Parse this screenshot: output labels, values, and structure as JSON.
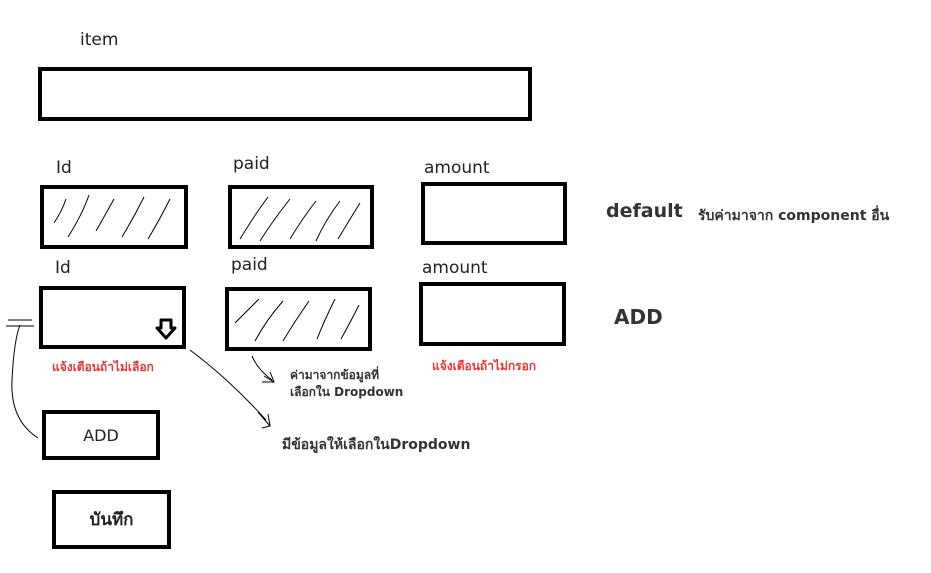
{
  "item": {
    "label": "item"
  },
  "row_default": {
    "id_label": "Id",
    "paid_label": "paid",
    "amount_label": "amount",
    "mode_title": "default",
    "mode_desc": "รับค่ามาจาก component อื่น"
  },
  "row_add": {
    "id_label": "Id",
    "paid_label": "paid",
    "amount_label": "amount",
    "mode_title": "ADD",
    "id_warning": "แจ้งเตือนถ้าไม่เลือก",
    "amount_warning": "แจ้งเตือนถ้าไม่กรอก",
    "paid_note_line1": "ค่ามาจากข้อมูลที่",
    "paid_note_line2": "เลือกใน Dropdown",
    "dropdown_note": "มีข้อมูลให้เลือกในDropdown"
  },
  "buttons": {
    "add_label": "ADD",
    "save_label": "บันทึก"
  },
  "colors": {
    "warning": "#e53935",
    "border": "#000000"
  },
  "icons": {
    "dropdown": "arrow-down-icon"
  }
}
